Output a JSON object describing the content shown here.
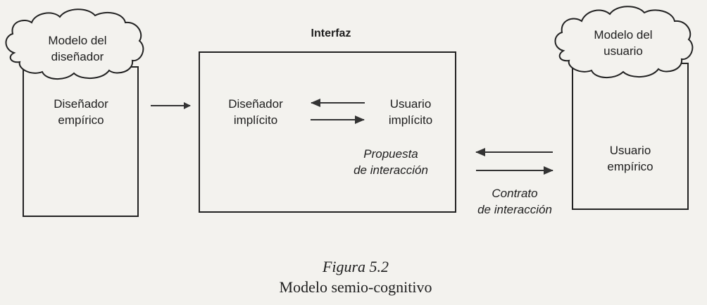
{
  "diagram": {
    "title": "Interfaz",
    "left": {
      "cloud_line1": "Modelo del",
      "cloud_line2": "diseñador",
      "box_line1": "Diseñador",
      "box_line2": "empírico"
    },
    "interface": {
      "designer_line1": "Diseñador",
      "designer_line2": "implícito",
      "user_line1": "Usuario",
      "user_line2": "implícito",
      "proposal_line1": "Propuesta",
      "proposal_line2": "de interacción"
    },
    "right": {
      "cloud_line1": "Modelo del",
      "cloud_line2": "usuario",
      "box_line1": "Usuario",
      "box_line2": "empírico"
    },
    "contract_line1": "Contrato",
    "contract_line2": "de interacción"
  },
  "caption": {
    "figure": "Figura 5.2",
    "title": "Modelo semio-cognitivo"
  }
}
